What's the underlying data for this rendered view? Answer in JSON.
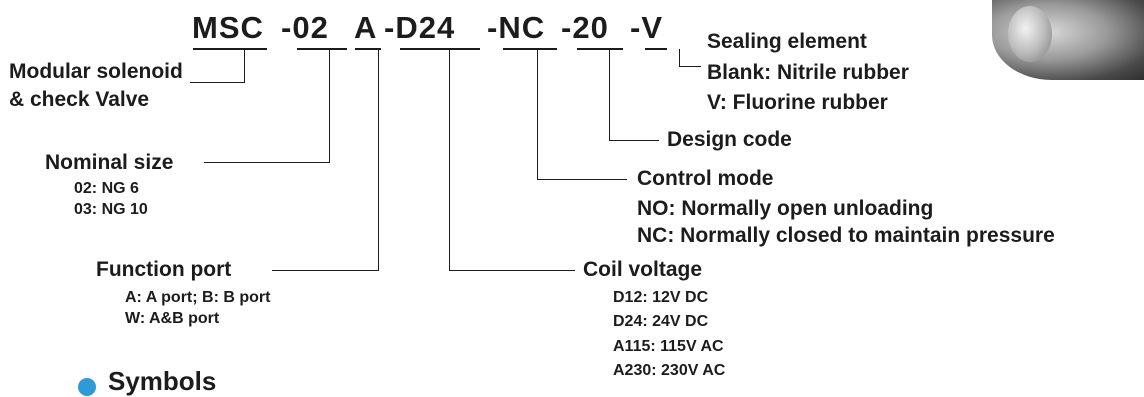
{
  "model_code": {
    "parts": [
      "MSC",
      "-02",
      "A",
      "-D24",
      "-NC",
      "-20",
      "-V"
    ]
  },
  "labels": {
    "modular": [
      "Modular solenoid",
      "& check Valve"
    ],
    "nominal": {
      "title": "Nominal size",
      "items": [
        "02: NG 6",
        "03: NG 10"
      ]
    },
    "function": {
      "title": "Function port",
      "items": [
        "A: A port; B: B port",
        "W: A&B port"
      ]
    },
    "coil": {
      "title": "Coil voltage",
      "items": [
        "D12: 12V DC",
        "D24: 24V DC",
        "A115: 115V AC",
        "A230: 230V AC"
      ]
    },
    "control": {
      "title": "Control mode",
      "items": [
        "NO: Normally open unloading",
        "NC: Normally closed to maintain pressure"
      ]
    },
    "design": {
      "title": "Design code"
    },
    "sealing": {
      "title": "Sealing element",
      "items": [
        "Blank: Nitrile rubber",
        "V: Fluorine rubber"
      ]
    }
  },
  "symbols_heading": "Symbols",
  "colors": {
    "text": "#1c1c1c",
    "bullet": "#2e9ad6"
  }
}
